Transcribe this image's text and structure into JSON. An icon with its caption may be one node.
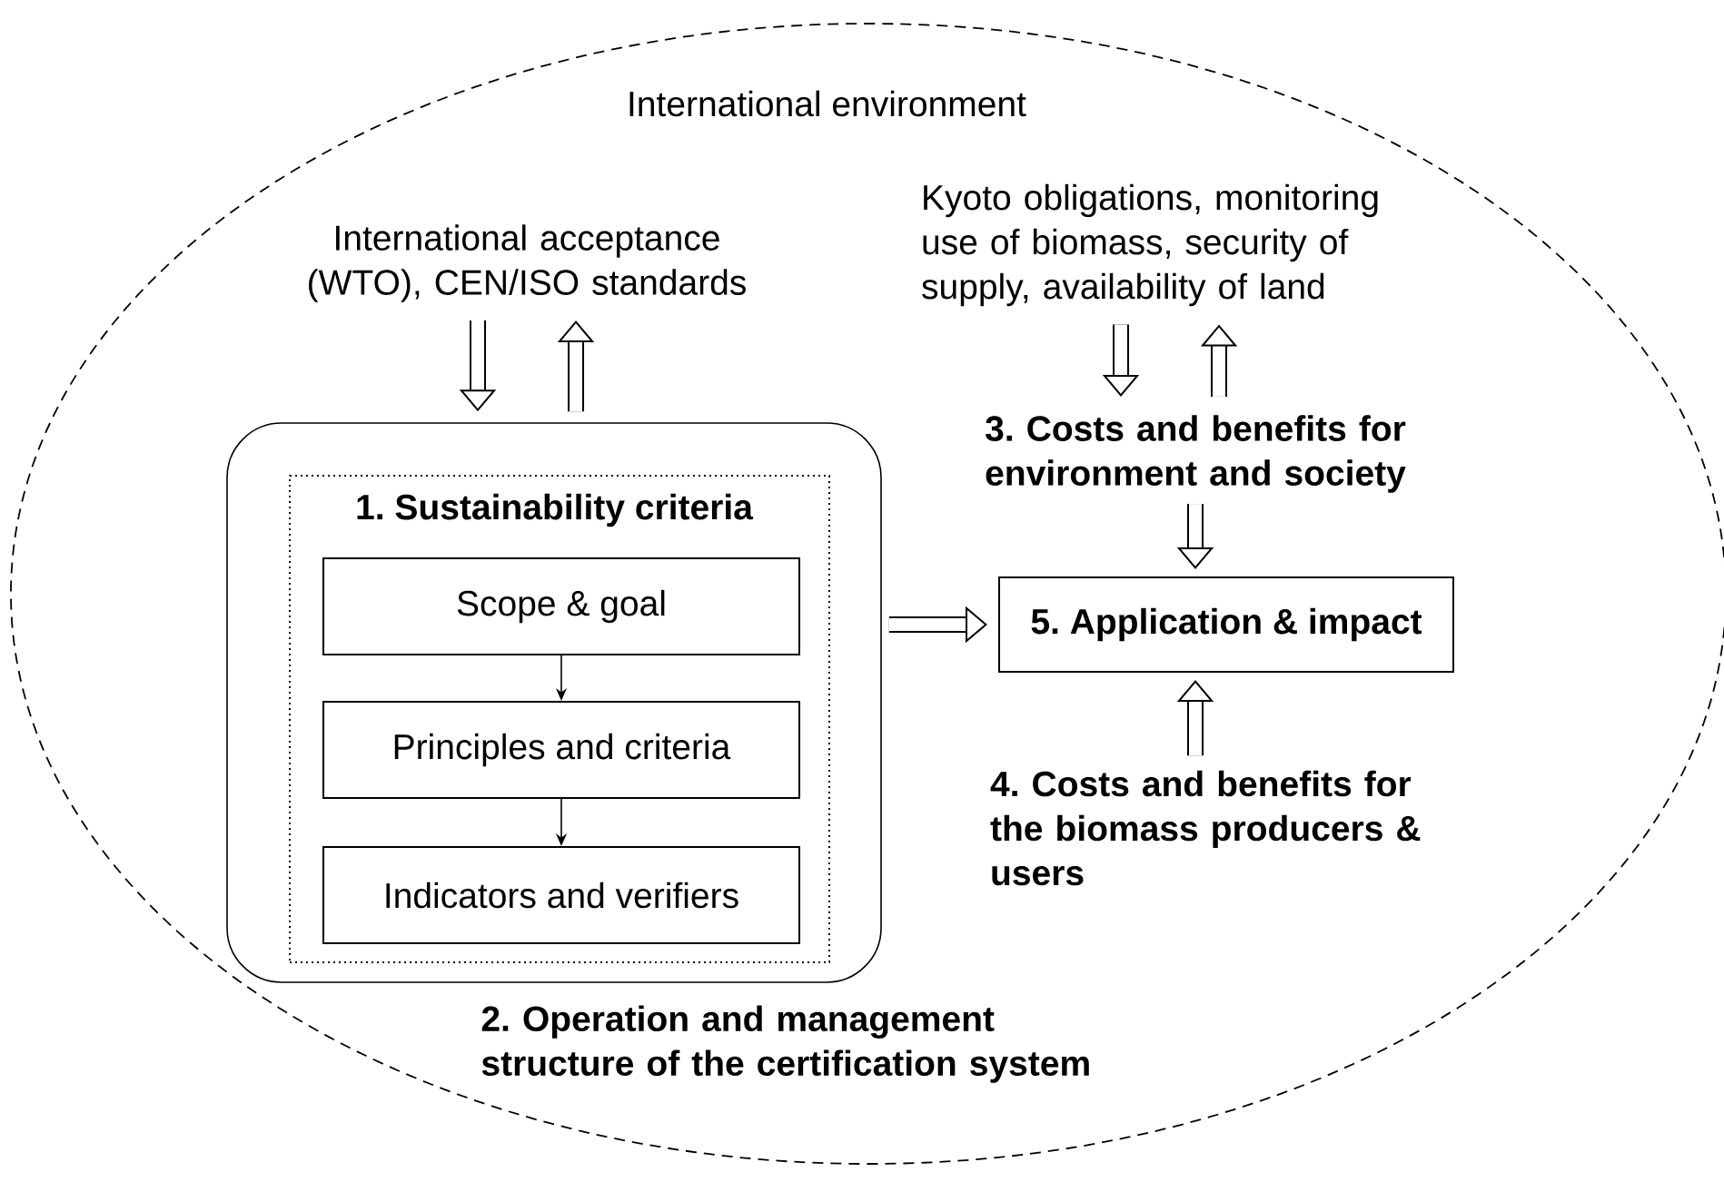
{
  "diagram": {
    "nodes": [
      {
        "text": [
          "International environment"
        ]
      },
      {
        "text": [
          "2. Operation and management structure of the certification system"
        ],
        "in": 0
      },
      {
        "text": [
          "1. Sustainability criteria"
        ],
        "in": 1
      },
      {
        "text": [
          "Scope & goal"
        ],
        "in": 2
      },
      {
        "text": [
          "Principles and criteria"
        ],
        "in": 2
      },
      {
        "text": [
          "Indicators and verifiers"
        ],
        "in": 2
      },
      {
        "text": [
          "International acceptance (WTO), CEN/ISO standards"
        ],
        "in": 0
      },
      {
        "text": [
          "Kyoto obligations, monitoring use of biomass, security of supply, availability of land"
        ],
        "in": 0
      },
      {
        "text": [
          "3. Costs and benefits for environment and society"
        ],
        "in": 0
      },
      {
        "text": [
          "5. Application & impact"
        ],
        "in": 0
      },
      {
        "text": [
          "4. Costs and benefits for the biomass producers & users"
        ],
        "in": 0
      }
    ],
    "edges": [
      {
        "from": 3,
        "to": 4,
        "arrow": "to"
      },
      {
        "from": 4,
        "to": 5,
        "arrow": "to"
      },
      {
        "from": 6,
        "to": 1,
        "arrow": "to"
      },
      {
        "from": 1,
        "to": 6,
        "arrow": "to"
      },
      {
        "from": 7,
        "to": 8,
        "arrow": "to"
      },
      {
        "from": 8,
        "to": 7,
        "arrow": "to"
      },
      {
        "from": 8,
        "to": 9,
        "arrow": "to"
      },
      {
        "from": 10,
        "to": 9,
        "arrow": "to"
      },
      {
        "from": 1,
        "to": 9,
        "arrow": "to"
      }
    ]
  }
}
